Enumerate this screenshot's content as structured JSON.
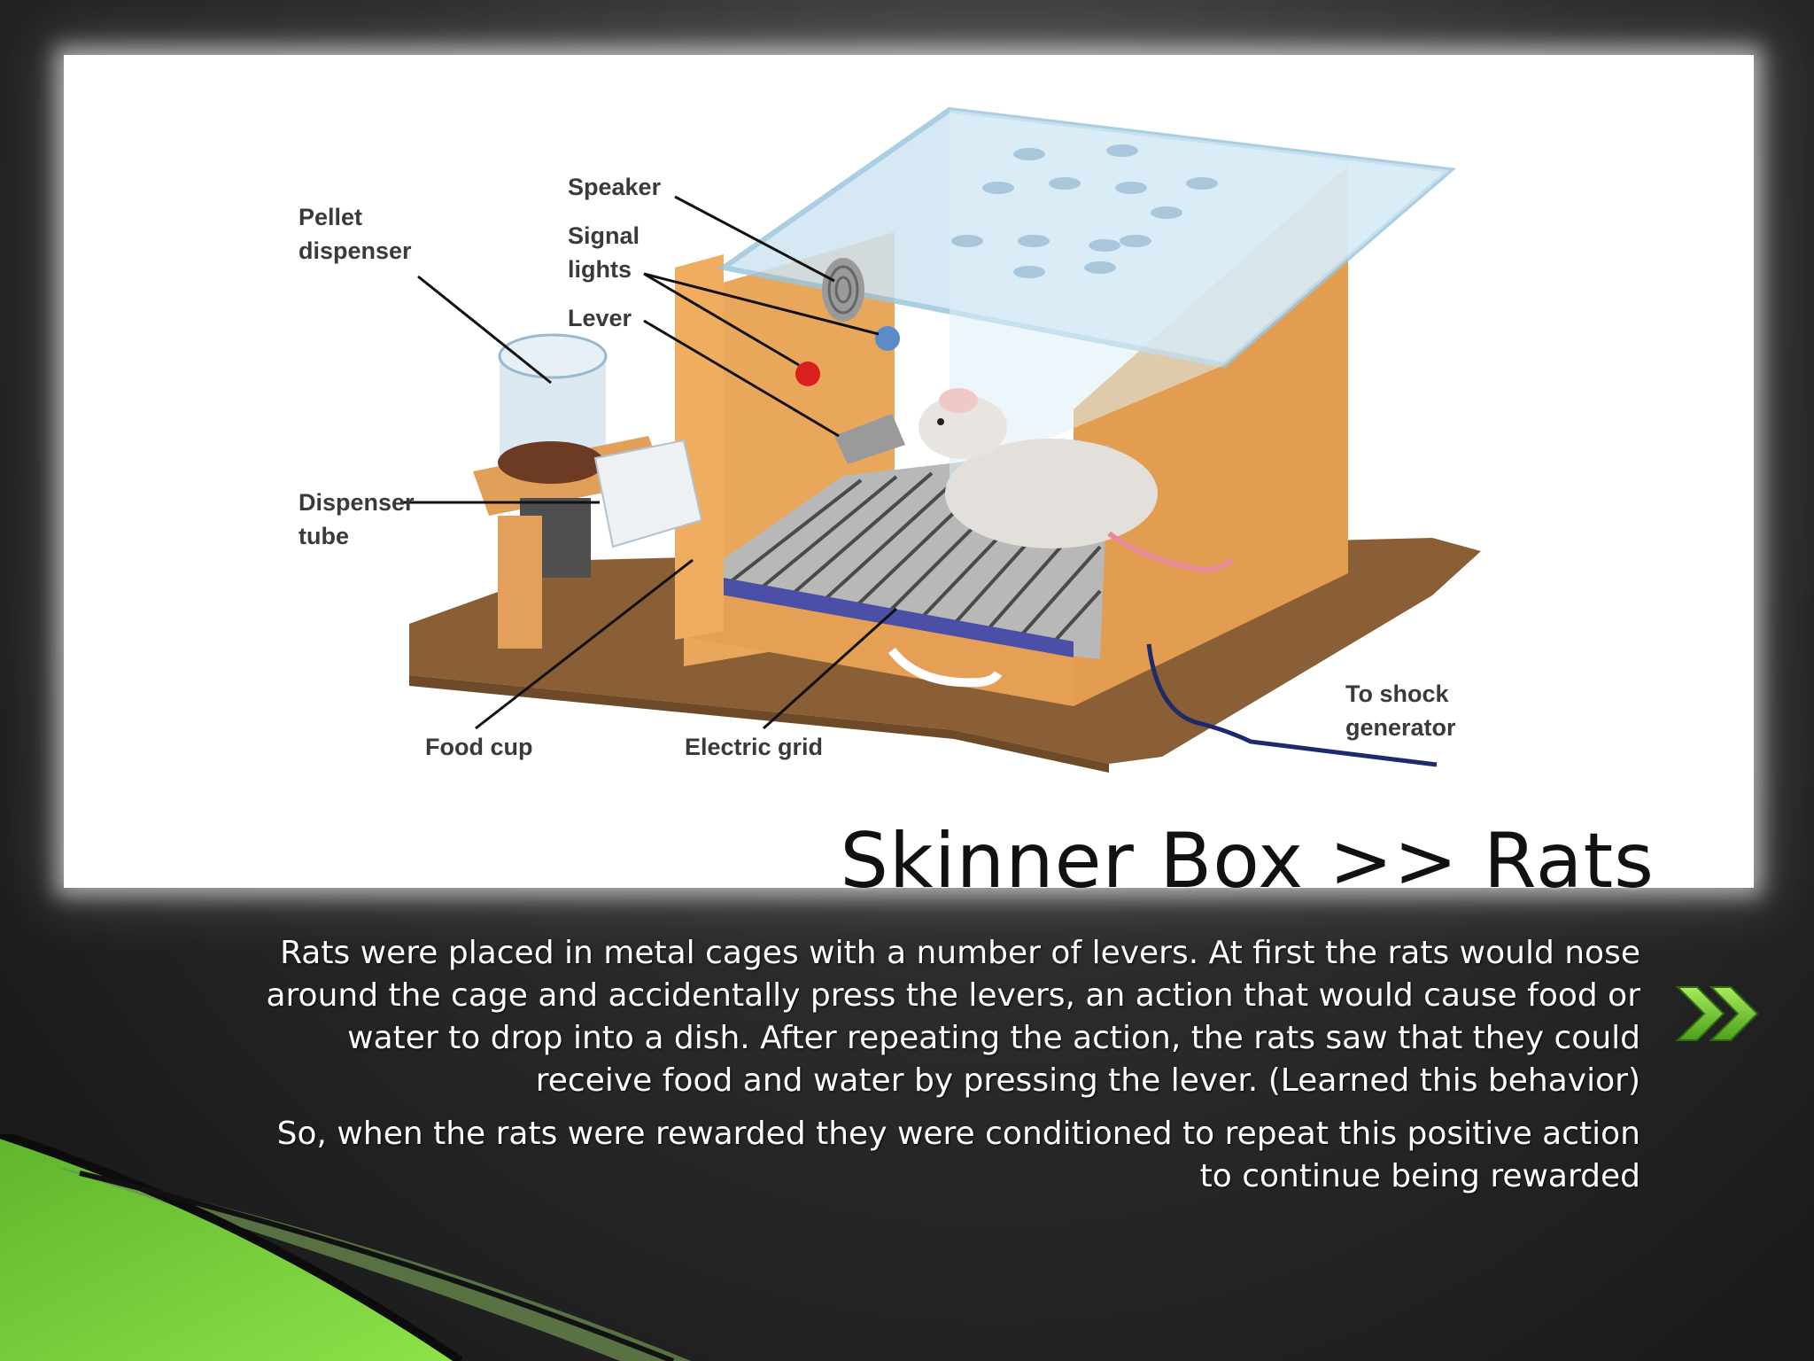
{
  "slide": {
    "title": "Skinner Box >> Rats",
    "paragraphs": [
      "Rats were placed in metal cages with a number of levers. At first the rats would nose around the cage and accidentally press the levers, an action that would cause food or water to drop into a dish. After repeating the action, the rats saw that they could receive food and water by pressing the lever. (Learned this behavior)",
      "So, when the rats were rewarded they were conditioned to repeat this positive action to continue being rewarded"
    ],
    "next_icon": "double-chevron-right-icon"
  },
  "diagram": {
    "labels": {
      "speaker": "Speaker",
      "pellet_dispenser_1": "Pellet",
      "pellet_dispenser_2": "dispenser",
      "signal_lights_1": "Signal",
      "signal_lights_2": "lights",
      "lever": "Lever",
      "dispenser_tube_1": "Dispenser",
      "dispenser_tube_2": "tube",
      "food_cup": "Food cup",
      "electric_grid": "Electric grid",
      "shock_generator_1": "To shock",
      "shock_generator_2": "generator"
    }
  },
  "colors": {
    "accent_green": "#7ed23a",
    "box_wood": "#e7a45a",
    "base_wood": "#8a5f35",
    "grid_blue": "#4b4fa6"
  }
}
